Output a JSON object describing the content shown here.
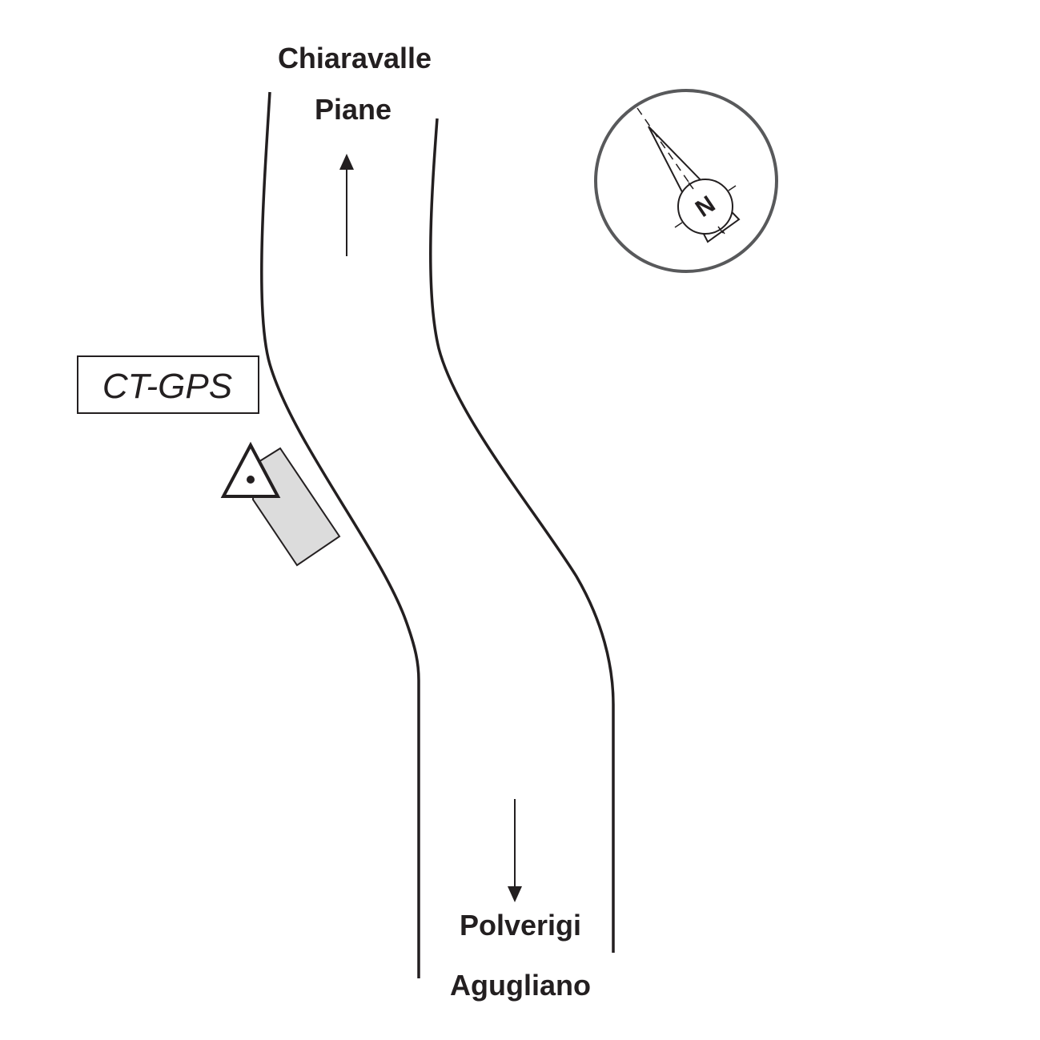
{
  "map": {
    "north_label": "Chiaravalle",
    "north_sublabel": "Piane",
    "south_label": "Polverigi",
    "south_sublabel": "Agugliano",
    "station_label": "CT-GPS",
    "compass_letter": "N"
  },
  "icons": {
    "north_arrow": "arrow-up-icon",
    "south_arrow": "arrow-down-icon",
    "station_marker": "triangle-dot-icon",
    "compass": "compass-icon"
  },
  "colors": {
    "ink": "#231f20",
    "compass_ring": "#58595b",
    "station_fill": "#dcdcdc"
  }
}
